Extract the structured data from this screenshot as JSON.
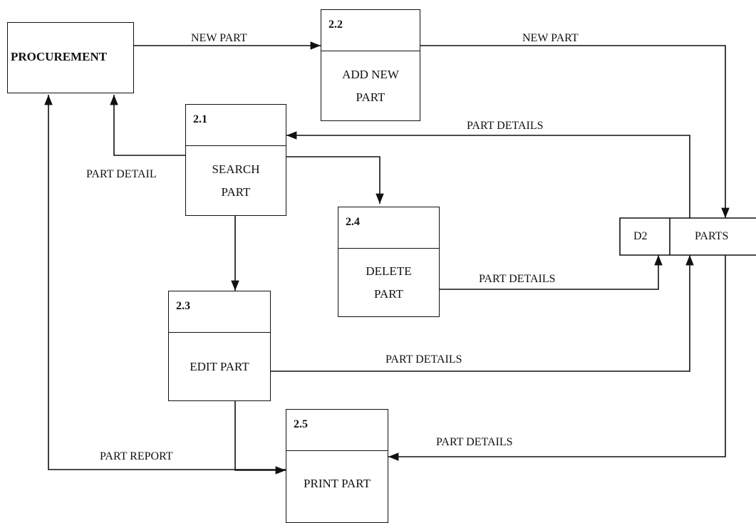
{
  "external_entity": {
    "label": "PROCUREMENT"
  },
  "processes": [
    {
      "id": "2.1",
      "name": "SEARCH\nPART"
    },
    {
      "id": "2.2",
      "name": "ADD NEW\nPART"
    },
    {
      "id": "2.3",
      "name": "EDIT PART"
    },
    {
      "id": "2.4",
      "name": "DELETE\nPART"
    },
    {
      "id": "2.5",
      "name": "PRINT PART"
    }
  ],
  "data_store": {
    "id": "D2",
    "name": "PARTS"
  },
  "flows": [
    {
      "label": "NEW PART"
    },
    {
      "label": "NEW PART"
    },
    {
      "label": "PART DETAILS"
    },
    {
      "label": "PART DETAIL"
    },
    {
      "label": "PART DETAILS"
    },
    {
      "label": "PART DETAILS"
    },
    {
      "label": "PART DETAILS"
    },
    {
      "label": "PART REPORT"
    }
  ]
}
